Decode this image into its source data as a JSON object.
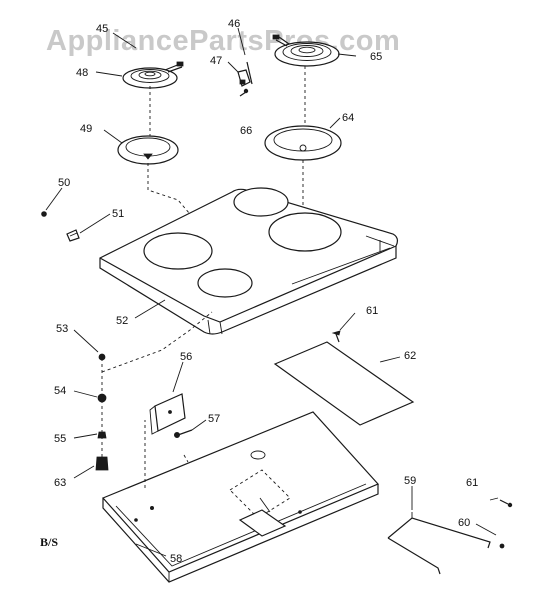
{
  "watermark": "AppliancePartsPros.com",
  "section_code": "B/S",
  "callouts": {
    "c45": "45",
    "c46": "46",
    "c47": "47",
    "c48": "48",
    "c49": "49",
    "c50": "50",
    "c51": "51",
    "c52": "52",
    "c53": "53",
    "c54": "54",
    "c55": "55",
    "c56": "56",
    "c57": "57",
    "c58": "58",
    "c59": "59",
    "c60": "60",
    "c61a": "61",
    "c61b": "61",
    "c62": "62",
    "c63": "63",
    "c64": "64",
    "c65": "65",
    "c66": "66"
  }
}
